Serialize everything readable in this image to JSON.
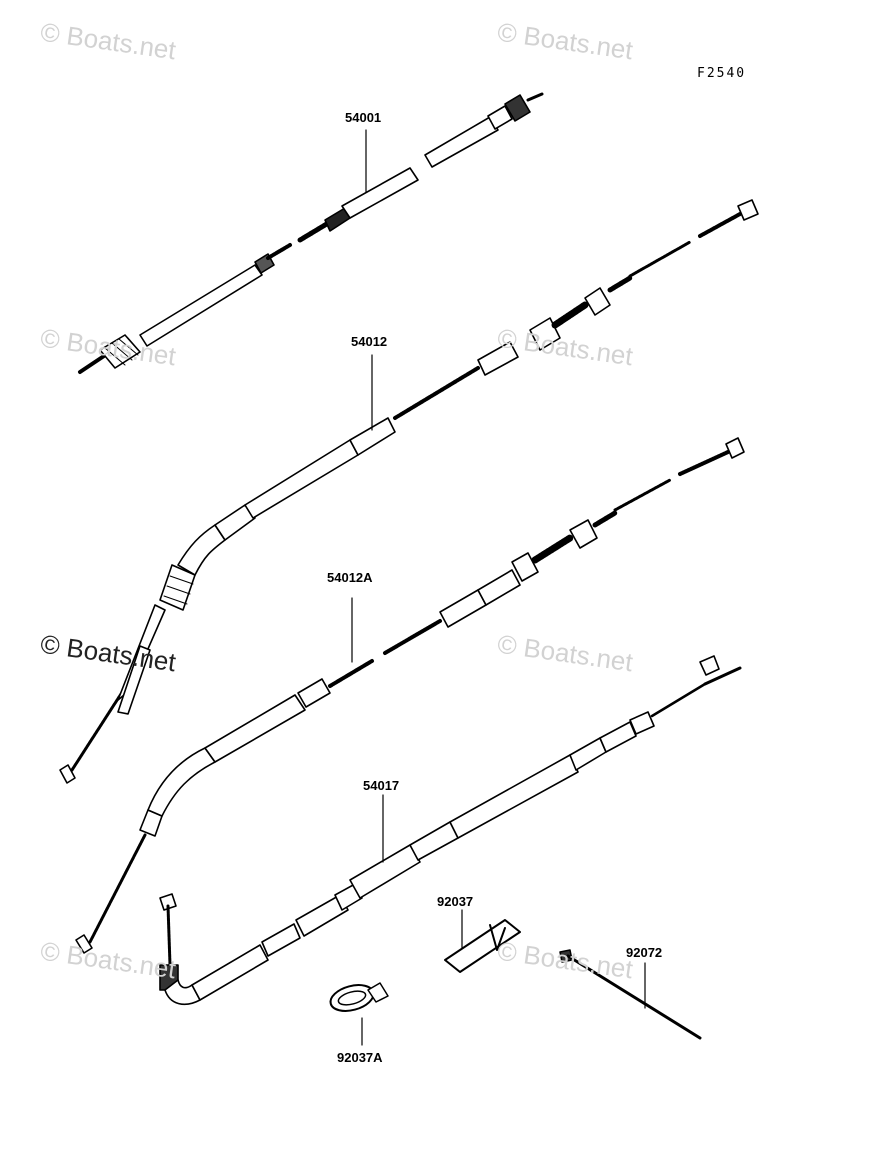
{
  "diagram_code": "F2540",
  "watermark": "© Boats.net",
  "parts": [
    {
      "id": "p1",
      "number": "54001"
    },
    {
      "id": "p2",
      "number": "54012"
    },
    {
      "id": "p3",
      "number": "54012A"
    },
    {
      "id": "p4",
      "number": "54017"
    },
    {
      "id": "p5",
      "number": "92037"
    },
    {
      "id": "p6",
      "number": "92037A"
    },
    {
      "id": "p7",
      "number": "92072"
    }
  ]
}
